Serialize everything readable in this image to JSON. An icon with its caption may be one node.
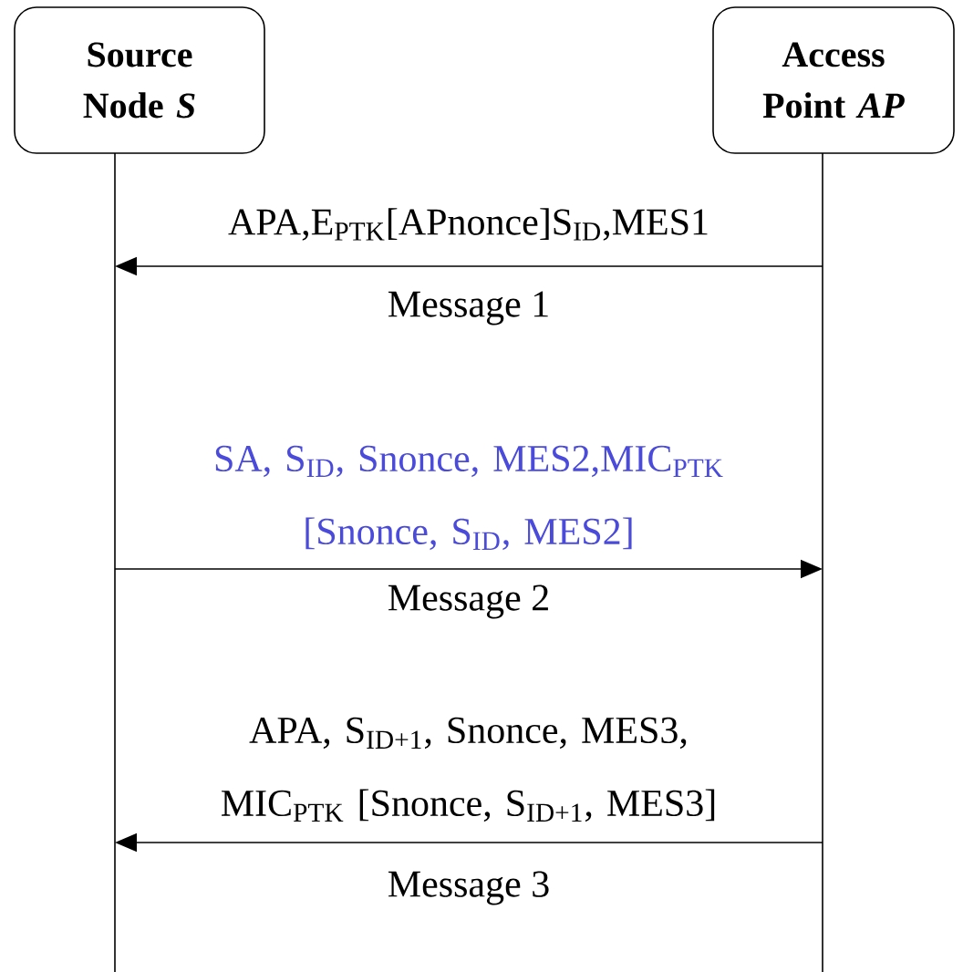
{
  "diagram": {
    "nodes": [
      {
        "text": [
          "Source Node *S*"
        ]
      },
      {
        "text": [
          "Access Point *AP*"
        ]
      }
    ],
    "edges": [
      {
        "from": 1,
        "to": 0,
        "arrow": "to",
        "label": "APA,E$_{PTK}$[APnonce]S$_{ID}$,MES1"
      },
      {
        "from": 0,
        "to": 1,
        "arrow": "to",
        "label": "SA, S$_{ID}$, Snonce, MES2,MIC$_{PTK}$ [Snonce, S$_{ID}$, MES2]"
      },
      {
        "from": 1,
        "to": 0,
        "arrow": "to",
        "label": "APA, S$_{ID+1}$, Snonce, MES3, MIC$_{PTK}$ [Snonce, S$_{ID+1}$, MES3]"
      }
    ],
    "labels": [
      "Message 1",
      "Message 2",
      "Message 3"
    ]
  }
}
